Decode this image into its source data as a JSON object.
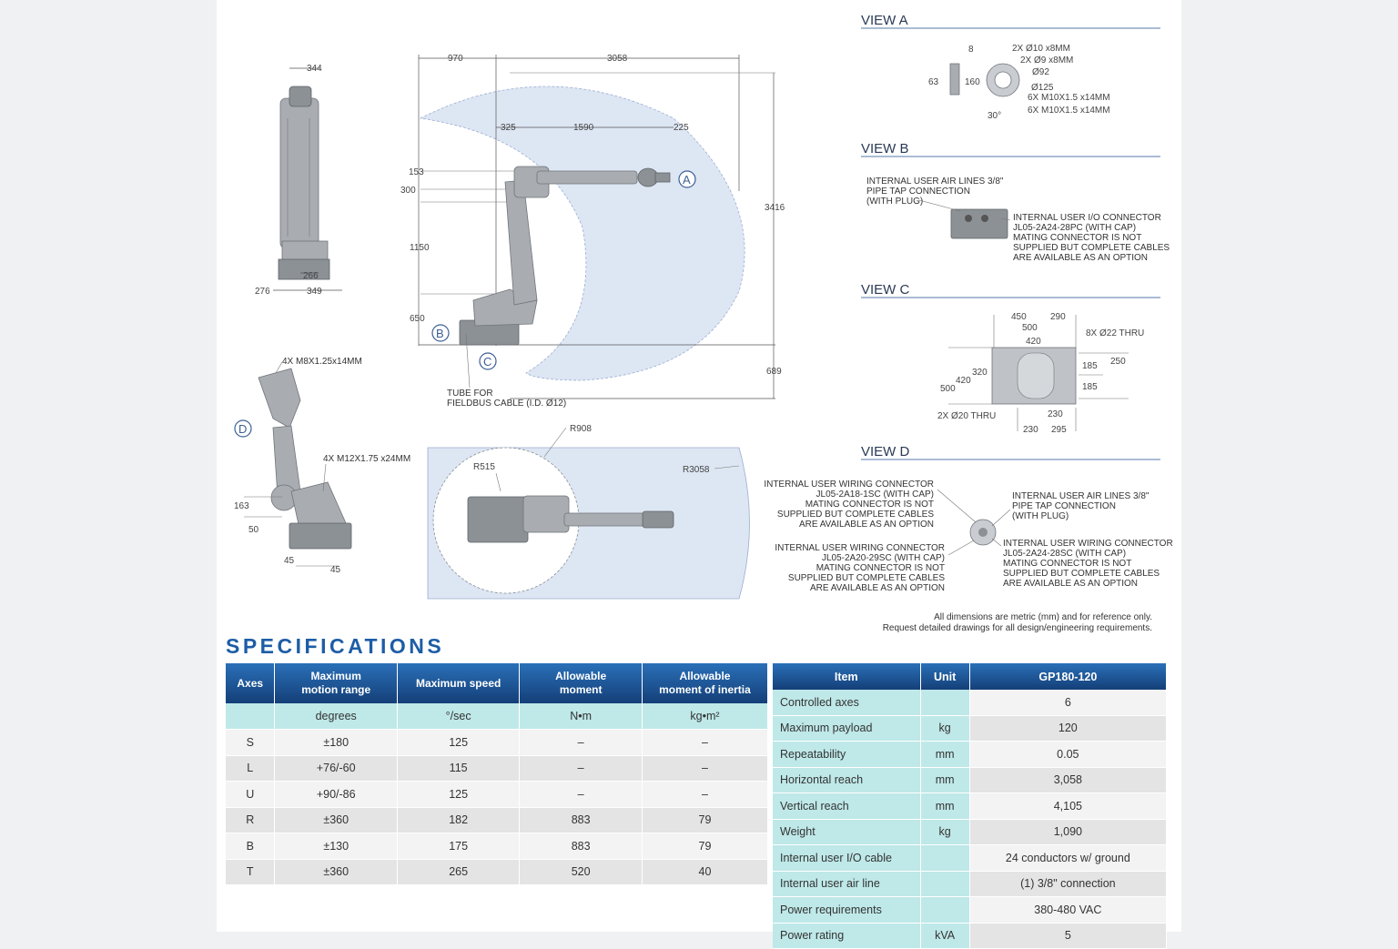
{
  "drawing": {
    "views": {
      "a": {
        "title": "VIEW A",
        "labels": [
          "8",
          "63",
          "160",
          "30°",
          "2X Ø10 x8MM",
          "2X Ø9 x8MM",
          "Ø92",
          "Ø125",
          "6X M10X1.5 x14MM",
          "6X M10X1.5 x14MM"
        ]
      },
      "b": {
        "title": "VIEW B",
        "air_lines": [
          "INTERNAL USER AIR LINES  3/8\"",
          "PIPE TAP CONNECTION",
          "(WITH PLUG)"
        ],
        "io": [
          "INTERNAL USER I/O CONNECTOR",
          "JL05-2A24-28PC (WITH CAP)",
          "MATING CONNECTOR IS NOT",
          "SUPPLIED BUT COMPLETE CABLES",
          "ARE AVAILABLE AS AN OPTION"
        ]
      },
      "c": {
        "title": "VIEW C",
        "labels": [
          "450",
          "290",
          "500",
          "420",
          "8X Ø22 THRU",
          "320",
          "420",
          "500",
          "185",
          "185",
          "250",
          "2X Ø20 THRU",
          "230",
          "230",
          "295"
        ]
      },
      "d": {
        "title": "VIEW D",
        "wiring1": [
          "INTERNAL USER WIRING CONNECTOR",
          "JL05-2A18-1SC (WITH CAP)",
          "MATING CONNECTOR IS NOT",
          "SUPPLIED BUT COMPLETE CABLES",
          "ARE AVAILABLE AS AN OPTION"
        ],
        "air": [
          "INTERNAL USER AIR LINES  3/8\"",
          "PIPE TAP CONNECTION",
          "(WITH PLUG)"
        ],
        "wiring2": [
          "INTERNAL USER WIRING CONNECTOR",
          "JL05-2A20-29SC (WITH CAP)",
          "MATING CONNECTOR IS NOT",
          "SUPPLIED BUT COMPLETE CABLES",
          "ARE AVAILABLE AS AN OPTION"
        ],
        "wiring3": [
          "INTERNAL USER WIRING CONNECTOR",
          "JL05-2A24-28SC (WITH CAP)",
          "MATING CONNECTOR IS NOT",
          "SUPPLIED BUT COMPLETE CABLES",
          "ARE AVAILABLE AS AN OPTION"
        ]
      }
    },
    "side_view": {
      "labels": [
        "344",
        "266",
        "276",
        "349"
      ]
    },
    "main_view": {
      "labels": [
        "970",
        "3058",
        "325",
        "1590",
        "225",
        "153",
        "300",
        "1150",
        "650",
        "3416",
        "689"
      ],
      "tube_note": [
        "TUBE FOR",
        "FIELDBUS CABLE (I.D. Ø12)"
      ]
    },
    "wrist_view": {
      "labels": [
        "4X M8X1.25x14MM",
        "4X M12X1.75 x24MM",
        "163",
        "50",
        "45",
        "45"
      ]
    },
    "top_view": {
      "labels": [
        "R908",
        "R515",
        "R3058"
      ]
    },
    "callouts": {
      "a": "A",
      "b": "B",
      "c": "C",
      "d": "D"
    },
    "footnote": [
      "All dimensions are metric (mm) and for reference only.",
      "Request detailed drawings for all design/engineering requirements."
    ]
  },
  "specifications": {
    "title": "SPECIFICATIONS",
    "axes_table": {
      "headers": [
        "Axes",
        "Maximum\nmotion range",
        "Maximum speed",
        "Allowable\nmoment",
        "Allowable\nmoment of inertia"
      ],
      "units": [
        "",
        "degrees",
        "°/sec",
        "N•m",
        "kg•m²"
      ],
      "rows": [
        [
          "S",
          "±180",
          "125",
          "–",
          "–"
        ],
        [
          "L",
          "+76/-60",
          "115",
          "–",
          "–"
        ],
        [
          "U",
          "+90/-86",
          "125",
          "–",
          "–"
        ],
        [
          "R",
          "±360",
          "182",
          "883",
          "79"
        ],
        [
          "B",
          "±130",
          "175",
          "883",
          "79"
        ],
        [
          "T",
          "±360",
          "265",
          "520",
          "40"
        ]
      ]
    },
    "item_table": {
      "headers": [
        "Item",
        "Unit",
        "GP180-120"
      ],
      "rows": [
        [
          "Controlled axes",
          "",
          "6"
        ],
        [
          "Maximum payload",
          "kg",
          "120"
        ],
        [
          "Repeatability",
          "mm",
          "0.05"
        ],
        [
          "Horizontal reach",
          "mm",
          "3,058"
        ],
        [
          "Vertical reach",
          "mm",
          "4,105"
        ],
        [
          "Weight",
          "kg",
          "1,090"
        ],
        [
          "Internal user I/O cable",
          "",
          "24 conductors w/ ground"
        ],
        [
          "Internal user air line",
          "",
          "(1) 3/8\" connection"
        ],
        [
          "Power requirements",
          "",
          "380-480 VAC"
        ],
        [
          "Power rating",
          "kVA",
          "5"
        ]
      ]
    }
  }
}
